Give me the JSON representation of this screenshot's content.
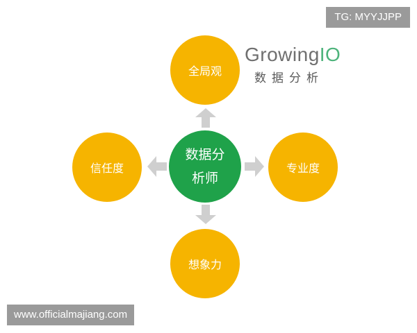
{
  "watermarks": {
    "tg": "TG: MYYJJPP",
    "url": "www.officialmajiang.com"
  },
  "logo": {
    "name_main": "Growing",
    "name_accent": "IO",
    "subtitle": "数据分析"
  },
  "diagram": {
    "center": {
      "line1": "数据分",
      "line2": "析师"
    },
    "top": "全局观",
    "left": "信任度",
    "right": "专业度",
    "bottom": "想象力"
  },
  "colors": {
    "outer_node": "#f6b400",
    "center_node": "#1fa24a",
    "arrow": "#cfcfcf",
    "logo_accent": "#4db37b",
    "watermark_bg": "#9a9a9a"
  }
}
